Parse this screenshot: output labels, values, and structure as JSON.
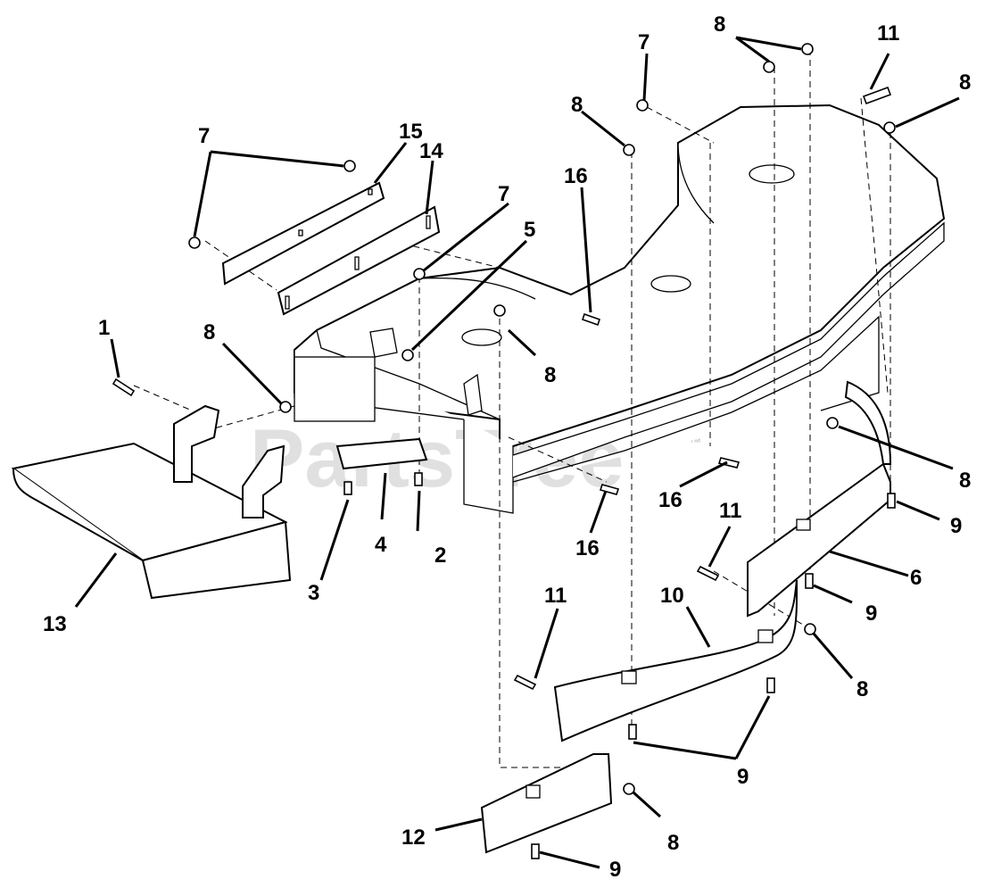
{
  "watermark": "PartsTree",
  "trademark": "™",
  "callouts": [
    {
      "id": "c1",
      "label": "1"
    },
    {
      "id": "c2",
      "label": "2"
    },
    {
      "id": "c3",
      "label": "3"
    },
    {
      "id": "c4",
      "label": "4"
    },
    {
      "id": "c5",
      "label": "5"
    },
    {
      "id": "c6",
      "label": "6"
    },
    {
      "id": "c7a",
      "label": "7"
    },
    {
      "id": "c7b",
      "label": "7"
    },
    {
      "id": "c7c",
      "label": "7"
    },
    {
      "id": "c8a",
      "label": "8"
    },
    {
      "id": "c8b",
      "label": "8"
    },
    {
      "id": "c8c",
      "label": "8"
    },
    {
      "id": "c8d",
      "label": "8"
    },
    {
      "id": "c8e",
      "label": "8"
    },
    {
      "id": "c8f",
      "label": "8"
    },
    {
      "id": "c8g",
      "label": "8"
    },
    {
      "id": "c8h",
      "label": "8"
    },
    {
      "id": "c9a",
      "label": "9"
    },
    {
      "id": "c9b",
      "label": "9"
    },
    {
      "id": "c9c",
      "label": "9"
    },
    {
      "id": "c9d",
      "label": "9"
    },
    {
      "id": "c10",
      "label": "10"
    },
    {
      "id": "c11a",
      "label": "11"
    },
    {
      "id": "c11b",
      "label": "11"
    },
    {
      "id": "c11c",
      "label": "11"
    },
    {
      "id": "c12",
      "label": "12"
    },
    {
      "id": "c13",
      "label": "13"
    },
    {
      "id": "c14",
      "label": "14"
    },
    {
      "id": "c15",
      "label": "15"
    },
    {
      "id": "c16a",
      "label": "16"
    },
    {
      "id": "c16b",
      "label": "16"
    },
    {
      "id": "c16c",
      "label": "16"
    }
  ]
}
